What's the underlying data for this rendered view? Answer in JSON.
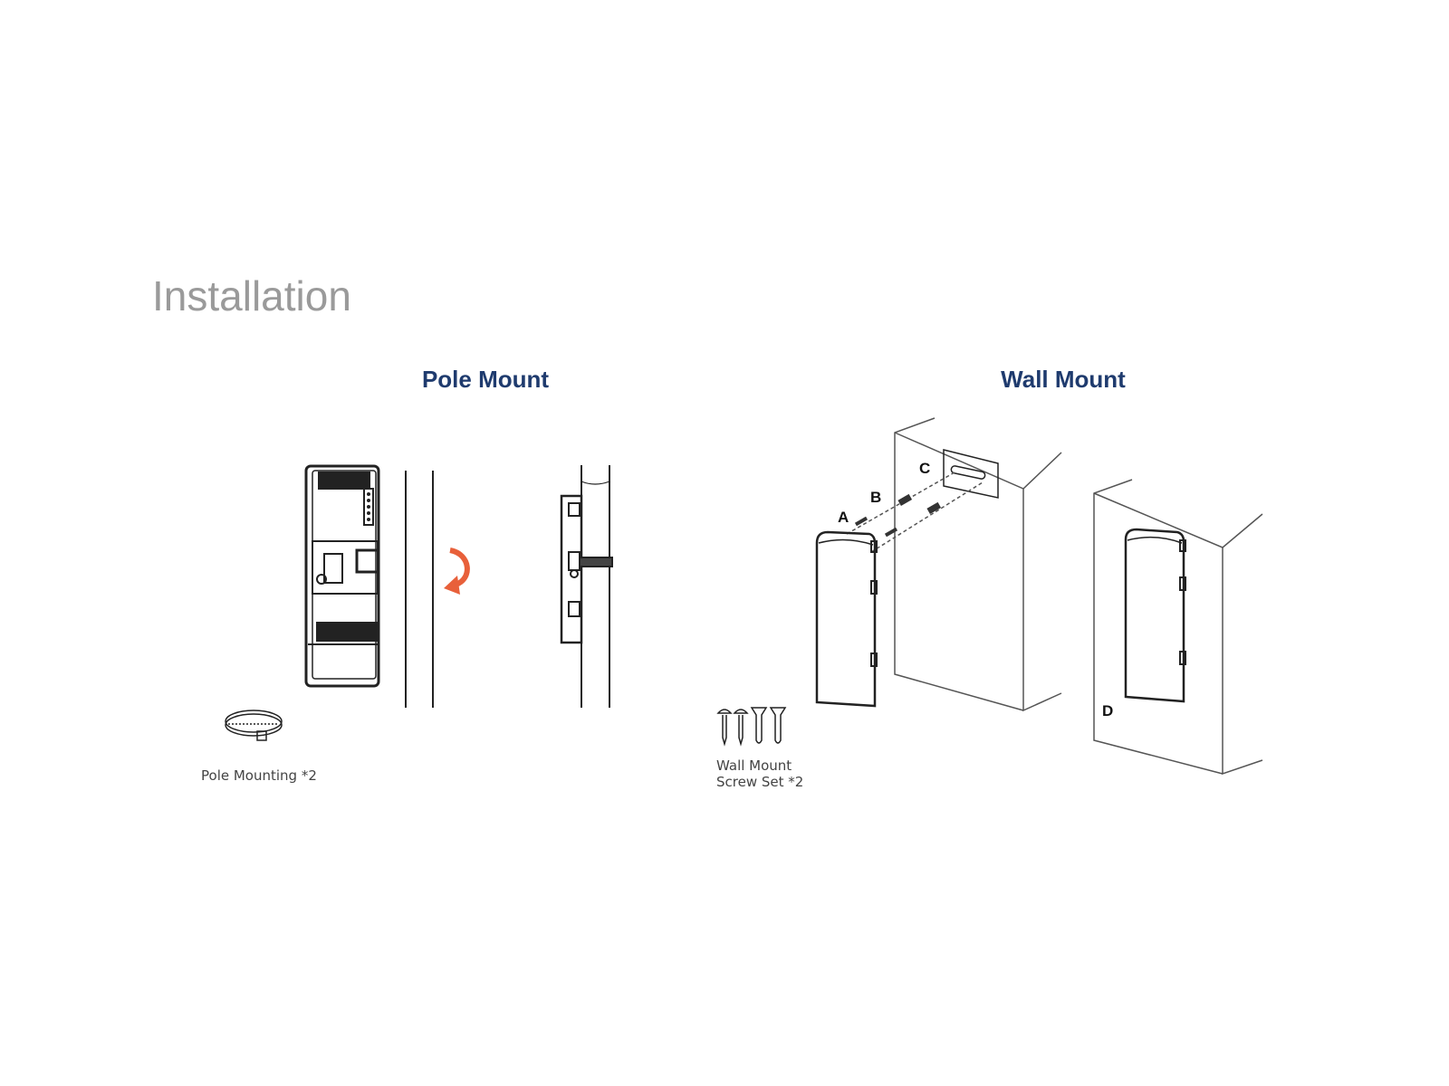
{
  "title": "Installation",
  "sections": {
    "pole": {
      "heading": "Pole Mount",
      "accessory_caption": "Pole Mounting *2"
    },
    "wall": {
      "heading": "Wall Mount",
      "accessory_caption_line1": "Wall Mount",
      "accessory_caption_line2": "Screw Set *2",
      "step_labels": {
        "a": "A",
        "b": "B",
        "c": "C",
        "d": "D"
      }
    }
  },
  "colors": {
    "heading": "#1f3b6e",
    "title": "#9a9a9a",
    "arrow": "#e8603a"
  }
}
